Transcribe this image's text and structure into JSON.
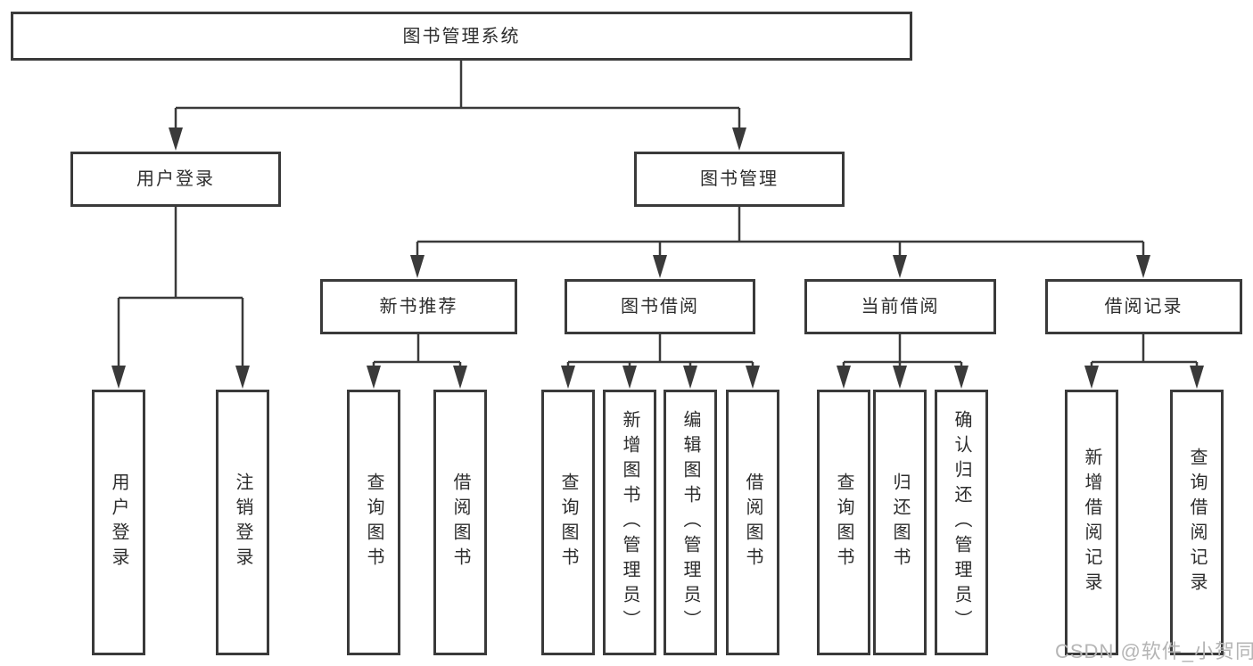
{
  "colors": {
    "line": "#3a3a3a",
    "box_border": "#3a3a3a",
    "text": "#2d2d2d",
    "background": "#ffffff",
    "watermark": "#b5b5b5"
  },
  "tree": {
    "root": "图书管理系统",
    "branches": [
      {
        "label": "用户登录",
        "children": [
          "用户登录",
          "注销登录"
        ]
      },
      {
        "label": "图书管理",
        "groups": [
          {
            "label": "新书推荐",
            "children": [
              "查询图书",
              "借阅图书"
            ]
          },
          {
            "label": "图书借阅",
            "children": [
              "查询图书",
              "新增图书（管理员）",
              "编辑图书（管理员）",
              "借阅图书"
            ]
          },
          {
            "label": "当前借阅",
            "children": [
              "查询图书",
              "归还图书",
              "确认归还（管理员）"
            ]
          },
          {
            "label": "借阅记录",
            "children": [
              "新增借阅记录",
              "查询借阅记录"
            ]
          }
        ]
      }
    ]
  },
  "watermark": "CSDN @软件_小贺同学"
}
